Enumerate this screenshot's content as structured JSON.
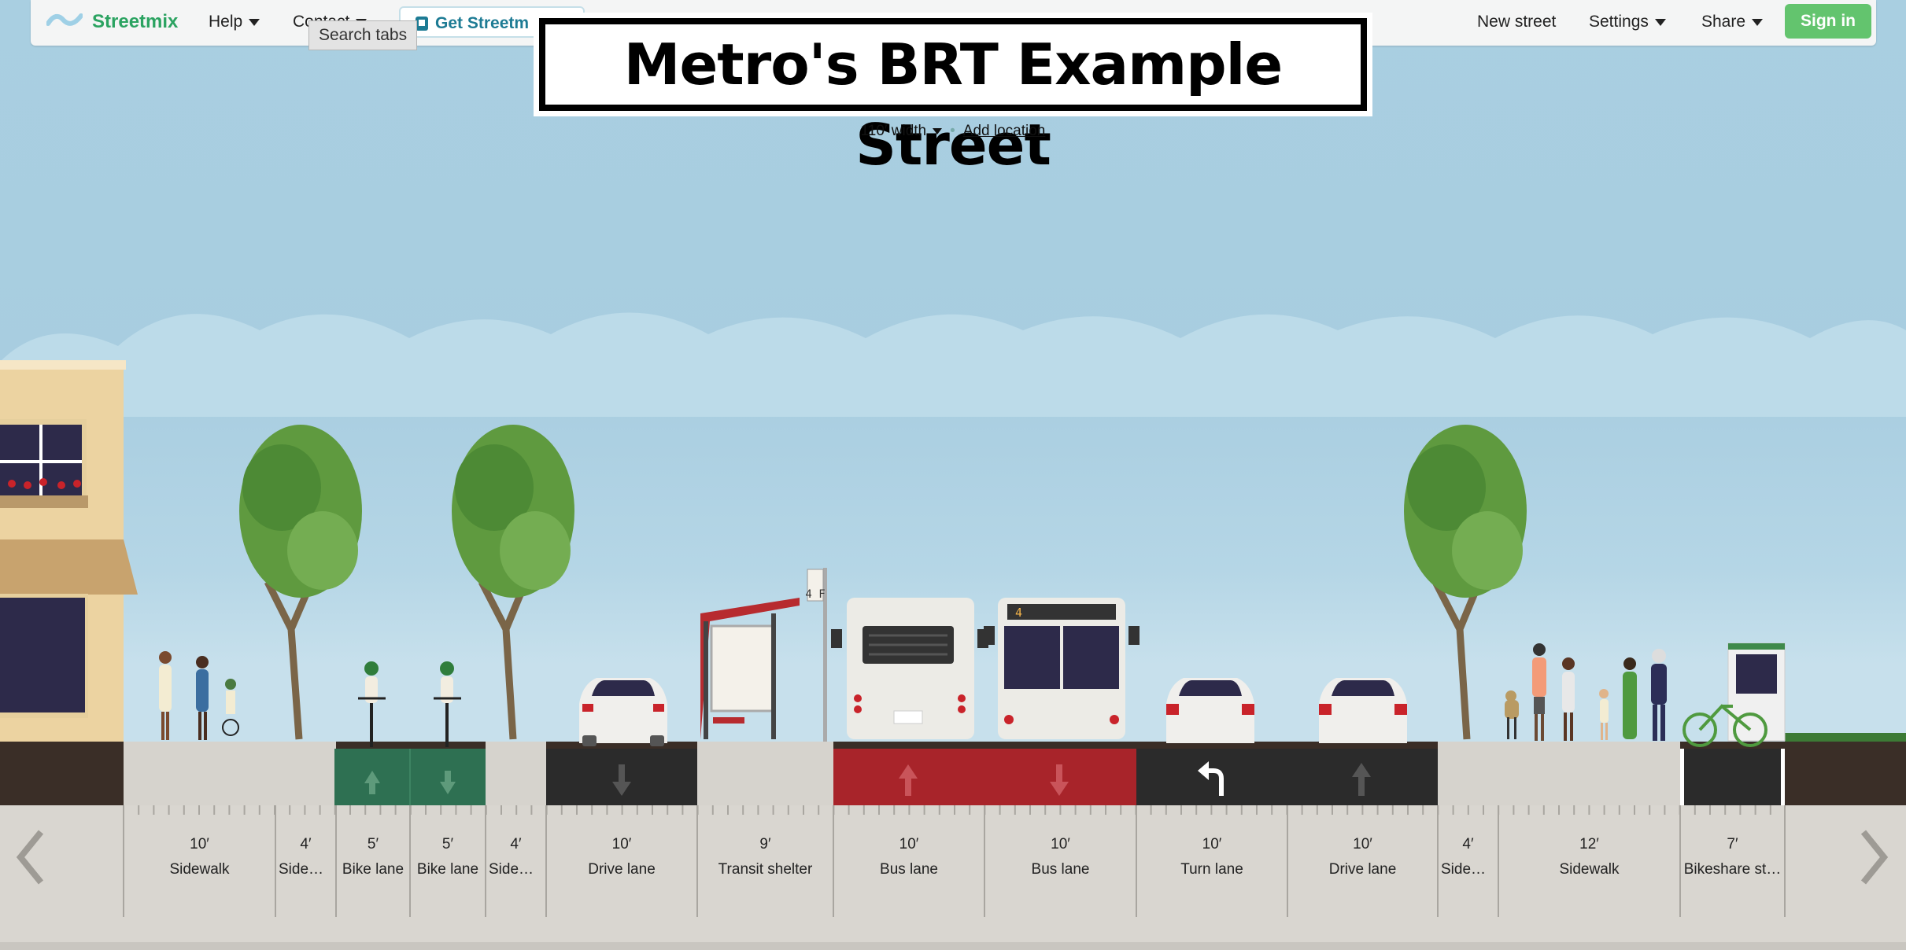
{
  "menubar": {
    "logo": "Streetmix",
    "help": "Help",
    "contact": "Contact",
    "get_streetmix": "Get Streetm",
    "new_street": "New street",
    "settings": "Settings",
    "share": "Share",
    "sign_in": "Sign in"
  },
  "tooltip": "Search tabs",
  "street": {
    "name": "Metro's BRT Example Street",
    "width": "110′ width",
    "add_location": "Add location"
  },
  "segments": [
    {
      "width": "10′",
      "label": "Sidewalk"
    },
    {
      "width": "4′",
      "label": "Sidew…"
    },
    {
      "width": "5′",
      "label": "Bike lane"
    },
    {
      "width": "5′",
      "label": "Bike lane"
    },
    {
      "width": "4′",
      "label": "Sidew…"
    },
    {
      "width": "10′",
      "label": "Drive lane"
    },
    {
      "width": "9′",
      "label": "Transit shelter"
    },
    {
      "width": "10′",
      "label": "Bus lane"
    },
    {
      "width": "10′",
      "label": "Bus lane"
    },
    {
      "width": "10′",
      "label": "Turn lane"
    },
    {
      "width": "10′",
      "label": "Drive lane"
    },
    {
      "width": "4′",
      "label": "Sidew…"
    },
    {
      "width": "12′",
      "label": "Sidewalk"
    },
    {
      "width": "7′",
      "label": "Bikeshare st…"
    }
  ],
  "signs": {
    "bus_number": "4",
    "stop_sign": "4 F"
  },
  "colors": {
    "brand": "#2ba361",
    "sign_in": "#63c46e",
    "bike_lane": "#2e7052",
    "bus_lane": "#a8242a",
    "asphalt": "#2b2b2b",
    "sidewalk": "#d6d3cd"
  },
  "icons": [
    "streetmix-logo-icon",
    "caret-down-icon",
    "left-arrow-icon",
    "right-arrow-icon",
    "turn-left-arrow-icon"
  ]
}
